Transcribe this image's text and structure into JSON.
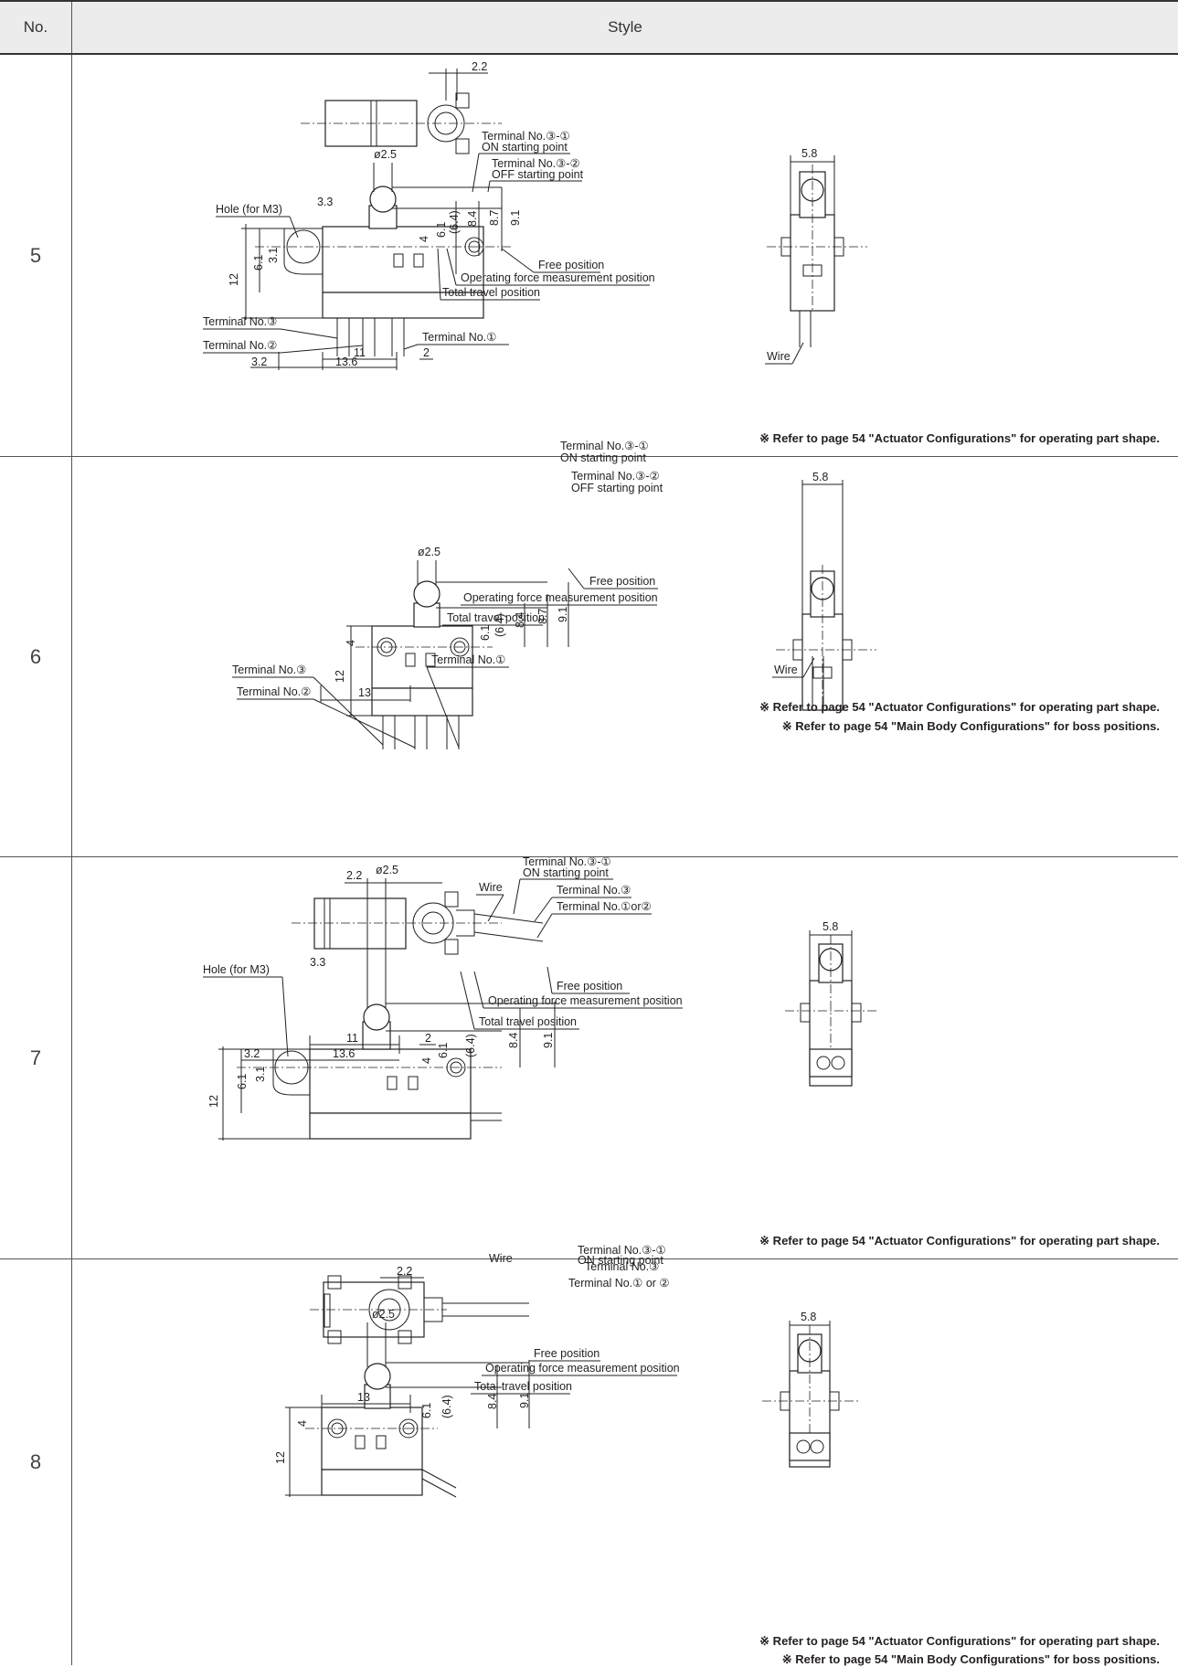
{
  "header": {
    "no": "No.",
    "style": "Style"
  },
  "rows": [
    {
      "no": "5",
      "labels": {
        "hole": "Hole (for M3)",
        "t31": "Terminal No.③-①",
        "on": "ON starting point",
        "t32": "Terminal No.③-②",
        "off": "OFF starting point",
        "free": "Free position",
        "ofm": "Operating force measurement position",
        "ttp": "Total travel position",
        "term3": "Terminal No.③",
        "term2": "Terminal No.②",
        "term1": "Terminal No.①",
        "wire": "Wire"
      },
      "dims": {
        "d22": "2.2",
        "phi": "ø2.5",
        "d33": "3.3",
        "d61a": "6.1",
        "d31": "3.1",
        "d12": "12",
        "d4": "4",
        "d61b": "6.1",
        "d64": "(6.4)",
        "d84": "8.4",
        "d87": "8.7",
        "d91": "9.1",
        "d11": "11",
        "d2": "2",
        "d32": "3.2",
        "d136": "13.6",
        "d58": "5.8"
      },
      "notes": [
        "※ Refer to page 54 \"Actuator Configurations\" for operating part shape."
      ]
    },
    {
      "no": "6",
      "labels": {
        "t31": "Terminal No.③-①",
        "on": "ON starting point",
        "t32": "Terminal No.③-②",
        "off": "OFF starting point",
        "free": "Free position",
        "ofm": "Operating force measurement position",
        "ttp": "Total travel position",
        "term3": "Terminal No.③",
        "term2": "Terminal No.②",
        "term1": "Terminal No.①",
        "wire": "Wire"
      },
      "dims": {
        "phi": "ø2.5",
        "d4": "4",
        "d12": "12",
        "d61": "6.1",
        "d64": "(6.4)",
        "d84": "8.4",
        "d87": "8.7",
        "d91": "9.1",
        "d13": "13",
        "d58": "5.8"
      },
      "notes": [
        "※ Refer to page 54 \"Actuator Configurations\" for operating part shape.",
        "※ Refer to page 54 \"Main Body Configurations\" for boss positions."
      ]
    },
    {
      "no": "7",
      "labels": {
        "wire": "Wire",
        "term3": "Terminal No.③",
        "term12": "Terminal No.①or②",
        "t31": "Terminal No.③-①",
        "on": "ON starting point",
        "hole": "Hole (for M3)",
        "free": "Free position",
        "ofm": "Operating force measurement position",
        "ttp": "Total travel position"
      },
      "dims": {
        "d22": "2.2",
        "phi": "ø2.5",
        "d33": "3.3",
        "d61a": "6.1",
        "d31": "3.1",
        "d12": "12",
        "d4": "4",
        "d61b": "6.1",
        "d64": "(6.4)",
        "d84": "8.4",
        "d91": "9.1",
        "d11": "11",
        "d2": "2",
        "d32": "3.2",
        "d136": "13.6",
        "d58": "5.8"
      },
      "notes": [
        "※ Refer to page 54 \"Actuator Configurations\" for operating part shape."
      ]
    },
    {
      "no": "8",
      "labels": {
        "wire": "Wire",
        "term3": "Terminal No.③",
        "term12": "Terminal No.① or ②",
        "t31": "Terminal No.③-①",
        "on": "ON starting point",
        "free": "Free position",
        "ofm": "Operating force measurement position",
        "ttp": "Total travel position"
      },
      "dims": {
        "d22": "2.2",
        "phi": "ø2.5",
        "d4": "4",
        "d12": "12",
        "d61": "6.1",
        "d64": "(6.4)",
        "d84": "8.4",
        "d91": "9.1",
        "d13": "13",
        "d58": "5.8"
      },
      "notes": [
        "※ Refer to page 54 \"Actuator Configurations\" for operating part shape.",
        "※ Refer to page 54 \"Main Body Configurations\" for boss positions."
      ]
    }
  ]
}
